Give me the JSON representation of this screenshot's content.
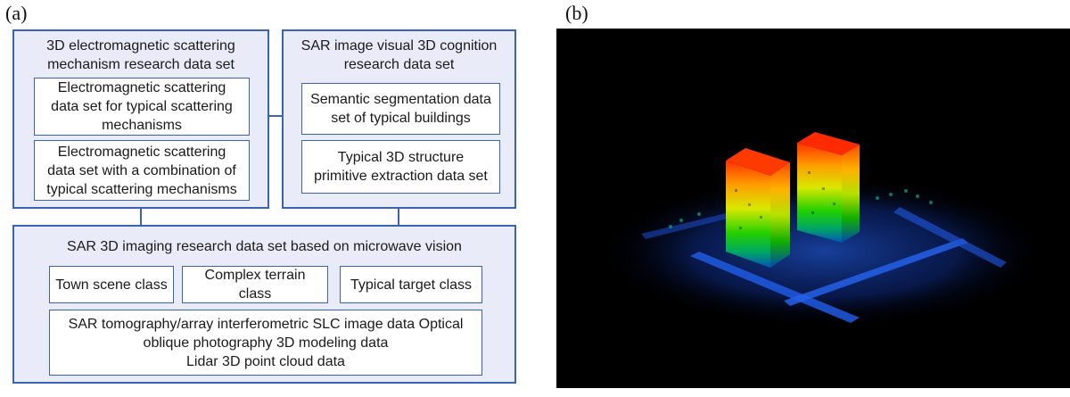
{
  "panel_a": {
    "label": "(a)",
    "em_dataset": {
      "title": "3D electromagnetic scattering\nmechanism research data set",
      "items": [
        "Electromagnetic scattering\ndata set for typical scattering\nmechanisms",
        "Electromagnetic scattering\ndata set with a combination of\ntypical scattering mechanisms"
      ]
    },
    "cognition_dataset": {
      "title": "SAR image visual 3D cognition\nresearch data set",
      "items": [
        "Semantic segmentation data\nset of typical buildings",
        "Typical 3D structure\nprimitive extraction data set"
      ]
    },
    "imaging_dataset": {
      "title": "SAR 3D imaging research data set based on microwave vision",
      "classes": [
        "Town scene class",
        "Complex terrain class",
        "Typical target class"
      ],
      "data_types": "SAR tomography/array interferometric SLC image data Optical\noblique photography 3D modeling data\nLidar 3D point cloud data"
    }
  },
  "panel_b": {
    "label": "(b)"
  },
  "colors": {
    "border": "#3b63b3",
    "fill": "#e9ecf8",
    "background_b": "#000000"
  }
}
